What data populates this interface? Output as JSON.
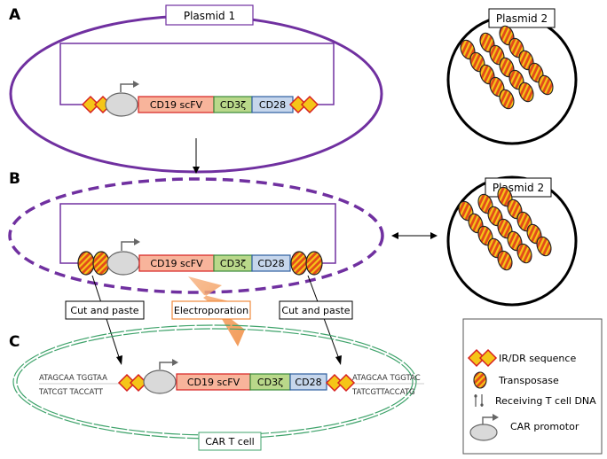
{
  "panels": {
    "a": "A",
    "b": "B",
    "c": "C"
  },
  "plasmids": {
    "plasmid1": "Plasmid 1",
    "plasmid2_top": "Plasmid 2",
    "plasmid2_mid": "Plasmid 2"
  },
  "genes": {
    "scfv": "CD19 scFV",
    "cd3z": "CD3ζ",
    "cd28": "CD28"
  },
  "labels": {
    "cut_paste_left": "Cut and paste",
    "cut_paste_right": "Cut and paste",
    "electroporation": "Electroporation",
    "car_t_cell": "CAR T cell"
  },
  "dna": {
    "left_top": "ATAGCAA TGGTAA",
    "left_bottom": "TATCGT TACCATT",
    "right_top": "ATAGCAA TGGTAC",
    "right_bottom": "TATCGTTACCATG"
  },
  "legend": {
    "ir_dr": "IR/DR sequence",
    "transposase": "Transposase",
    "receiving": "Receiving T cell DNA",
    "promotor": "CAR promotor"
  },
  "colors": {
    "plasmid_purple": "#7030a0",
    "cell_green": "#3fa36b",
    "scfv_fill": "#f8b49b",
    "cd3z_fill": "#b9d88a",
    "cd28_fill": "#c6d6ec",
    "ir_dr_fill": "#f5c518",
    "ir_dr_stroke": "#d62020",
    "transposase_fill": "#e34a1a",
    "transposase_stripe": "#f5c518",
    "electroporation_fill": "#f7b585"
  }
}
